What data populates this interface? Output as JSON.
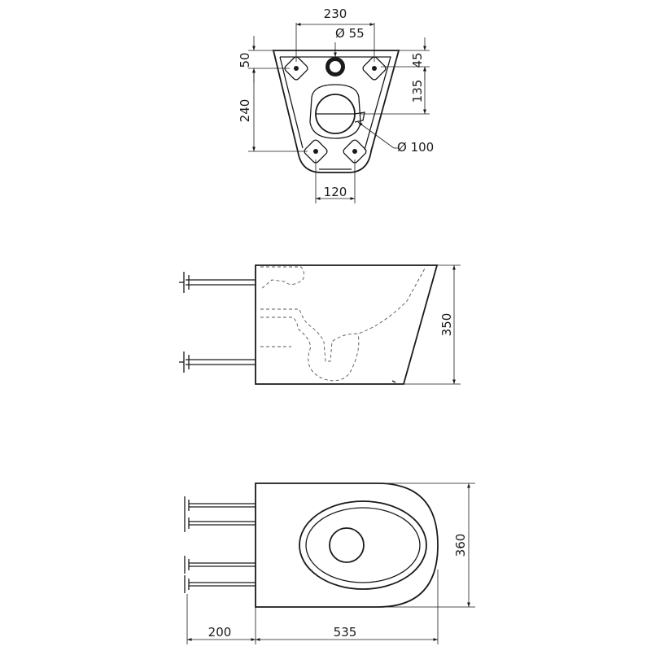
{
  "dimensions": {
    "top_width": "230",
    "pipe_diameter": "Ø 55",
    "left_upper": "50",
    "right_upper": "45",
    "left_spacing": "240",
    "right_spacing": "135",
    "outlet_diameter": "Ø 100",
    "bottom_width": "120",
    "side_height": "350",
    "plan_width": "360",
    "bolt_length": "200",
    "depth": "535"
  },
  "colors": {
    "line": "#1a1a1a",
    "background": "#ffffff"
  }
}
